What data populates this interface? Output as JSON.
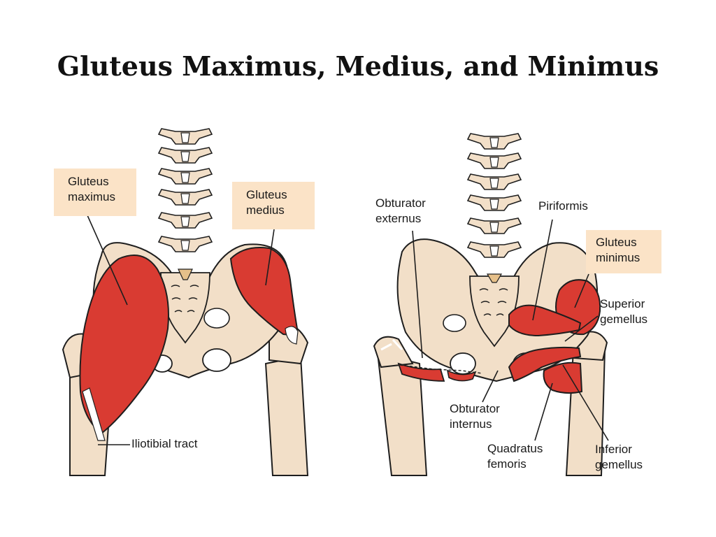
{
  "title": "Gluteus Maximus, Medius, and Minimus",
  "colors": {
    "bone": "#f2dfc8",
    "bone_outline": "#1e1e1e",
    "muscle": "#d93b32",
    "label_box": "#fbe3c7",
    "disc": "#e6c08a"
  },
  "left_figure": {
    "labels": {
      "gluteus_maximus": [
        "Gluteus",
        "maximus"
      ],
      "gluteus_medius": [
        "Gluteus",
        "medius"
      ],
      "iliotibial_tract": "Iliotibial tract"
    }
  },
  "right_figure": {
    "labels": {
      "obturator_externus": [
        "Obturator",
        "externus"
      ],
      "piriformis": "Piriformis",
      "gluteus_minimus": [
        "Gluteus",
        "minimus"
      ],
      "superior_gemellus": [
        "Superior",
        "gemellus"
      ],
      "obturator_internus": [
        "Obturator",
        "internus"
      ],
      "quadratus_femoris": [
        "Quadratus",
        "femoris"
      ],
      "inferior_gemellus": [
        "Inferior",
        "gemellus"
      ]
    }
  }
}
